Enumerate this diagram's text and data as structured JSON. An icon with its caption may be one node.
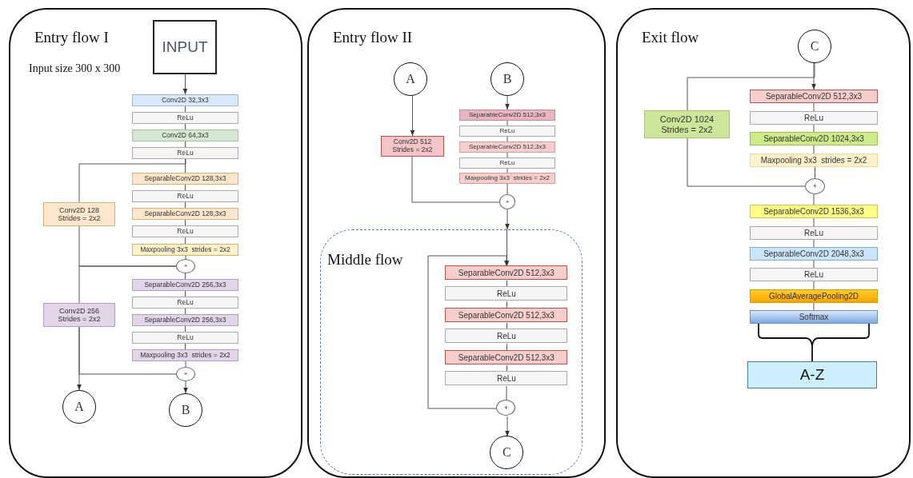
{
  "diagram": {
    "nodes": [
      {
        "text": [
          "Entry flow I"
        ]
      },
      {
        "text": [
          "INPUT"
        ],
        "in": 0
      },
      {
        "text": [
          "Conv2D 32,3x3"
        ],
        "in": 0
      },
      {
        "text": [
          "ReLu"
        ],
        "in": 0
      },
      {
        "text": [
          "Conv2D 64,3x3"
        ],
        "in": 0
      },
      {
        "text": [
          "ReLu"
        ],
        "in": 0
      },
      {
        "text": [
          "SeparableConv2D 128,3x3"
        ],
        "in": 0
      },
      {
        "text": [
          "ReLu"
        ],
        "in": 0
      },
      {
        "text": [
          "SeparableConv2D 128,3x3"
        ],
        "in": 0
      },
      {
        "text": [
          "ReLu"
        ],
        "in": 0
      },
      {
        "text": [
          "Maxpooling 3x3  strides = 2x2"
        ],
        "in": 0
      },
      {
        "text": [
          "Conv2D 128 Strides = 2x2"
        ],
        "in": 0
      },
      {
        "text": [
          "+"
        ],
        "in": 0
      },
      {
        "text": [
          "SeparableConv2D 256,3x3"
        ],
        "in": 0
      },
      {
        "text": [
          "ReLu"
        ],
        "in": 0
      },
      {
        "text": [
          "SeparableConv2D 256,3x3"
        ],
        "in": 0
      },
      {
        "text": [
          "ReLu"
        ],
        "in": 0
      },
      {
        "text": [
          "Maxpooling 3x3  strides = 2x2"
        ],
        "in": 0
      },
      {
        "text": [
          "Conv2D 256 Strides = 2x2"
        ],
        "in": 0
      },
      {
        "text": [
          "+"
        ],
        "in": 0
      },
      {
        "text": [
          "A"
        ],
        "in": 0
      },
      {
        "text": [
          "B"
        ],
        "in": 0
      },
      {
        "text": [
          "Entry flow II"
        ]
      },
      {
        "text": [
          "A"
        ],
        "in": 22
      },
      {
        "text": [
          "B"
        ],
        "in": 22
      },
      {
        "text": [
          "Conv2D 512 Strides = 2x2"
        ],
        "in": 22
      },
      {
        "text": [
          "SeparableConv2D 512,3x3"
        ],
        "in": 22
      },
      {
        "text": [
          "ReLu"
        ],
        "in": 22
      },
      {
        "text": [
          "SeparableConv2D 512,3x3"
        ],
        "in": 22
      },
      {
        "text": [
          "ReLu"
        ],
        "in": 22
      },
      {
        "text": [
          "Maxpooling 3x3  strides = 2x2"
        ],
        "in": 22
      },
      {
        "text": [
          "+"
        ],
        "in": 22
      },
      {
        "text": [
          "Middle flow"
        ],
        "in": 22
      },
      {
        "text": [
          "SeparableConv2D 512,3x3"
        ],
        "in": 32
      },
      {
        "text": [
          "ReLu"
        ],
        "in": 32
      },
      {
        "text": [
          "SeparableConv2D 512,3x3"
        ],
        "in": 32
      },
      {
        "text": [
          "ReLu"
        ],
        "in": 32
      },
      {
        "text": [
          "SeparableConv2D 512,3x3"
        ],
        "in": 32
      },
      {
        "text": [
          "ReLu"
        ],
        "in": 32
      },
      {
        "text": [
          "+"
        ],
        "in": 32
      },
      {
        "text": [
          "C"
        ],
        "in": 32
      },
      {
        "text": [
          "Exit flow"
        ]
      },
      {
        "text": [
          "C"
        ],
        "in": 41
      },
      {
        "text": [
          "Conv2D 1024 Strides = 2x2"
        ],
        "in": 41
      },
      {
        "text": [
          "SeparableConv2D 512,3x3"
        ],
        "in": 41
      },
      {
        "text": [
          "ReLu"
        ],
        "in": 41
      },
      {
        "text": [
          "SeparableConv2D 1024,3x3"
        ],
        "in": 41
      },
      {
        "text": [
          "Maxpooling 3x3  strides = 2x2"
        ],
        "in": 41
      },
      {
        "text": [
          "+"
        ],
        "in": 41
      },
      {
        "text": [
          "SeparableConv2D 1536,3x3"
        ],
        "in": 41
      },
      {
        "text": [
          "ReLu"
        ],
        "in": 41
      },
      {
        "text": [
          "SeparableConv2D 2048,3x3"
        ],
        "in": 41
      },
      {
        "text": [
          "ReLu"
        ],
        "in": 41
      },
      {
        "text": [
          "GlobalAveragePooling2D"
        ],
        "in": 41
      },
      {
        "text": [
          "Softmax"
        ],
        "in": 41
      },
      {
        "text": [
          "A-Z"
        ],
        "in": 41
      }
    ],
    "edges": [
      {
        "from": 1,
        "to": 2,
        "arrow": "to"
      },
      {
        "from": 2,
        "to": 3,
        "arrow": "none"
      },
      {
        "from": 3,
        "to": 4,
        "arrow": "none"
      },
      {
        "from": 4,
        "to": 5,
        "arrow": "none"
      },
      {
        "from": 5,
        "to": 6,
        "arrow": "none"
      },
      {
        "from": 6,
        "to": 7,
        "arrow": "none"
      },
      {
        "from": 7,
        "to": 8,
        "arrow": "none"
      },
      {
        "from": 8,
        "to": 9,
        "arrow": "none"
      },
      {
        "from": 9,
        "to": 10,
        "arrow": "none"
      },
      {
        "from": 10,
        "to": 12,
        "arrow": "none"
      },
      {
        "from": 5,
        "to": 11,
        "arrow": "none"
      },
      {
        "from": 11,
        "to": 12,
        "arrow": "none"
      },
      {
        "from": 12,
        "to": 13,
        "arrow": "none"
      },
      {
        "from": 13,
        "to": 14,
        "arrow": "none"
      },
      {
        "from": 14,
        "to": 15,
        "arrow": "none"
      },
      {
        "from": 15,
        "to": 16,
        "arrow": "none"
      },
      {
        "from": 16,
        "to": 17,
        "arrow": "none"
      },
      {
        "from": 17,
        "to": 19,
        "arrow": "none"
      },
      {
        "from": 12,
        "to": 18,
        "arrow": "none"
      },
      {
        "from": 18,
        "to": 19,
        "arrow": "none"
      },
      {
        "from": 18,
        "to": 20,
        "arrow": "to"
      },
      {
        "from": 19,
        "to": 21,
        "arrow": "to"
      },
      {
        "from": 23,
        "to": 25,
        "arrow": "to"
      },
      {
        "from": 24,
        "to": 26,
        "arrow": "to"
      },
      {
        "from": 26,
        "to": 27,
        "arrow": "none"
      },
      {
        "from": 27,
        "to": 28,
        "arrow": "none"
      },
      {
        "from": 28,
        "to": 29,
        "arrow": "none"
      },
      {
        "from": 29,
        "to": 30,
        "arrow": "none"
      },
      {
        "from": 30,
        "to": 31,
        "arrow": "none"
      },
      {
        "from": 25,
        "to": 31,
        "arrow": "none"
      },
      {
        "from": 31,
        "to": 32,
        "arrow": "to"
      },
      {
        "from": 32,
        "to": 33,
        "arrow": "to"
      },
      {
        "from": 33,
        "to": 34,
        "arrow": "none"
      },
      {
        "from": 34,
        "to": 35,
        "arrow": "none"
      },
      {
        "from": 35,
        "to": 36,
        "arrow": "none"
      },
      {
        "from": 36,
        "to": 37,
        "arrow": "none"
      },
      {
        "from": 37,
        "to": 38,
        "arrow": "none"
      },
      {
        "from": 38,
        "to": 39,
        "arrow": "none"
      },
      {
        "from": 39,
        "to": 33,
        "arrow": "to"
      },
      {
        "from": 39,
        "to": 40,
        "arrow": "to"
      },
      {
        "from": 42,
        "to": 44,
        "arrow": "to"
      },
      {
        "from": 42,
        "to": 43,
        "arrow": "none"
      },
      {
        "from": 44,
        "to": 45,
        "arrow": "none"
      },
      {
        "from": 45,
        "to": 46,
        "arrow": "none"
      },
      {
        "from": 46,
        "to": 47,
        "arrow": "none"
      },
      {
        "from": 47,
        "to": 48,
        "arrow": "none"
      },
      {
        "from": 43,
        "to": 48,
        "arrow": "none"
      },
      {
        "from": 48,
        "to": 49,
        "arrow": "none"
      },
      {
        "from": 49,
        "to": 50,
        "arrow": "none"
      },
      {
        "from": 50,
        "to": 51,
        "arrow": "none"
      },
      {
        "from": 51,
        "to": 52,
        "arrow": "none"
      },
      {
        "from": 52,
        "to": 53,
        "arrow": "none"
      },
      {
        "from": 53,
        "to": 54,
        "arrow": "none"
      },
      {
        "from": 54,
        "to": 55,
        "arrow": "none"
      }
    ],
    "labels": [
      "Input size 300 x 300"
    ]
  }
}
